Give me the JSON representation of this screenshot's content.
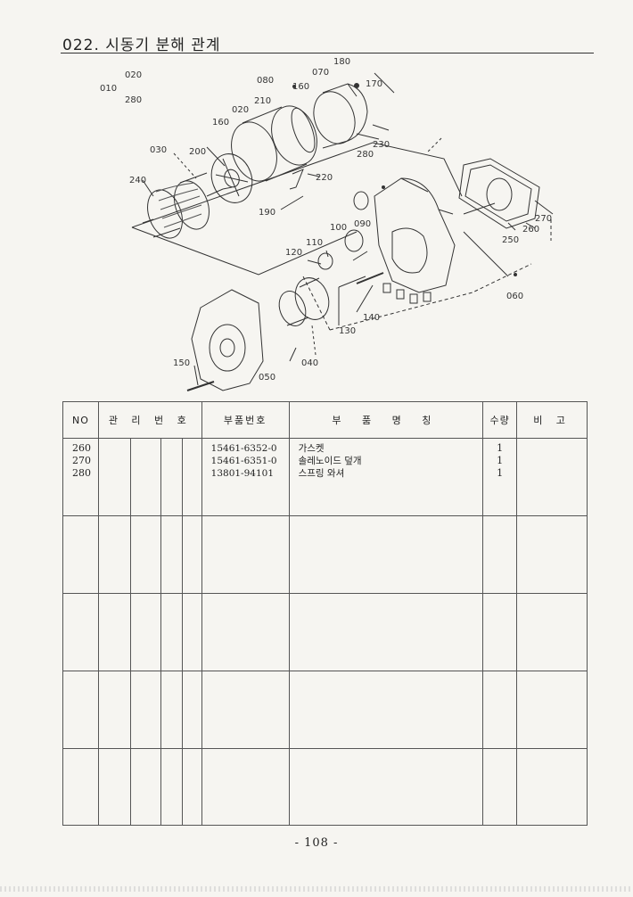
{
  "title": "022. 시동기 분해 관계",
  "diagram_labels": {
    "l010": "010",
    "l020a": "020",
    "l280a": "280",
    "l180": "180",
    "l080": "080",
    "l070": "070",
    "l160a": "160",
    "l210": "210",
    "l020b": "020",
    "l170": "170",
    "l160b": "160",
    "l230": "230",
    "l030": "030",
    "l200": "200",
    "l280b": "280",
    "l240": "240",
    "l220": "220",
    "l190": "190",
    "l090": "090",
    "l100": "100",
    "l270": "270",
    "l110": "110",
    "l260": "260",
    "l250": "250",
    "l120": "120",
    "l060": "060",
    "l140": "140",
    "l130": "130",
    "l150": "150",
    "l040": "040",
    "l050": "050"
  },
  "table": {
    "headers": {
      "no": "NO",
      "mgmt": "관 리 번 호",
      "part_no": "부품번호",
      "name": "부 품 명 칭",
      "qty": "수량",
      "remarks": "비 고"
    },
    "rows": [
      {
        "no": "260",
        "part_no": "15461-6352-0",
        "name": "가스켓",
        "qty": "1"
      },
      {
        "no": "270",
        "part_no": "15461-6351-0",
        "name": "솔레노이드 덮개",
        "qty": "1"
      },
      {
        "no": "280",
        "part_no": "13801-94101",
        "name": "스프링 와셔",
        "qty": "1"
      }
    ]
  },
  "page_number": "- 108 -"
}
